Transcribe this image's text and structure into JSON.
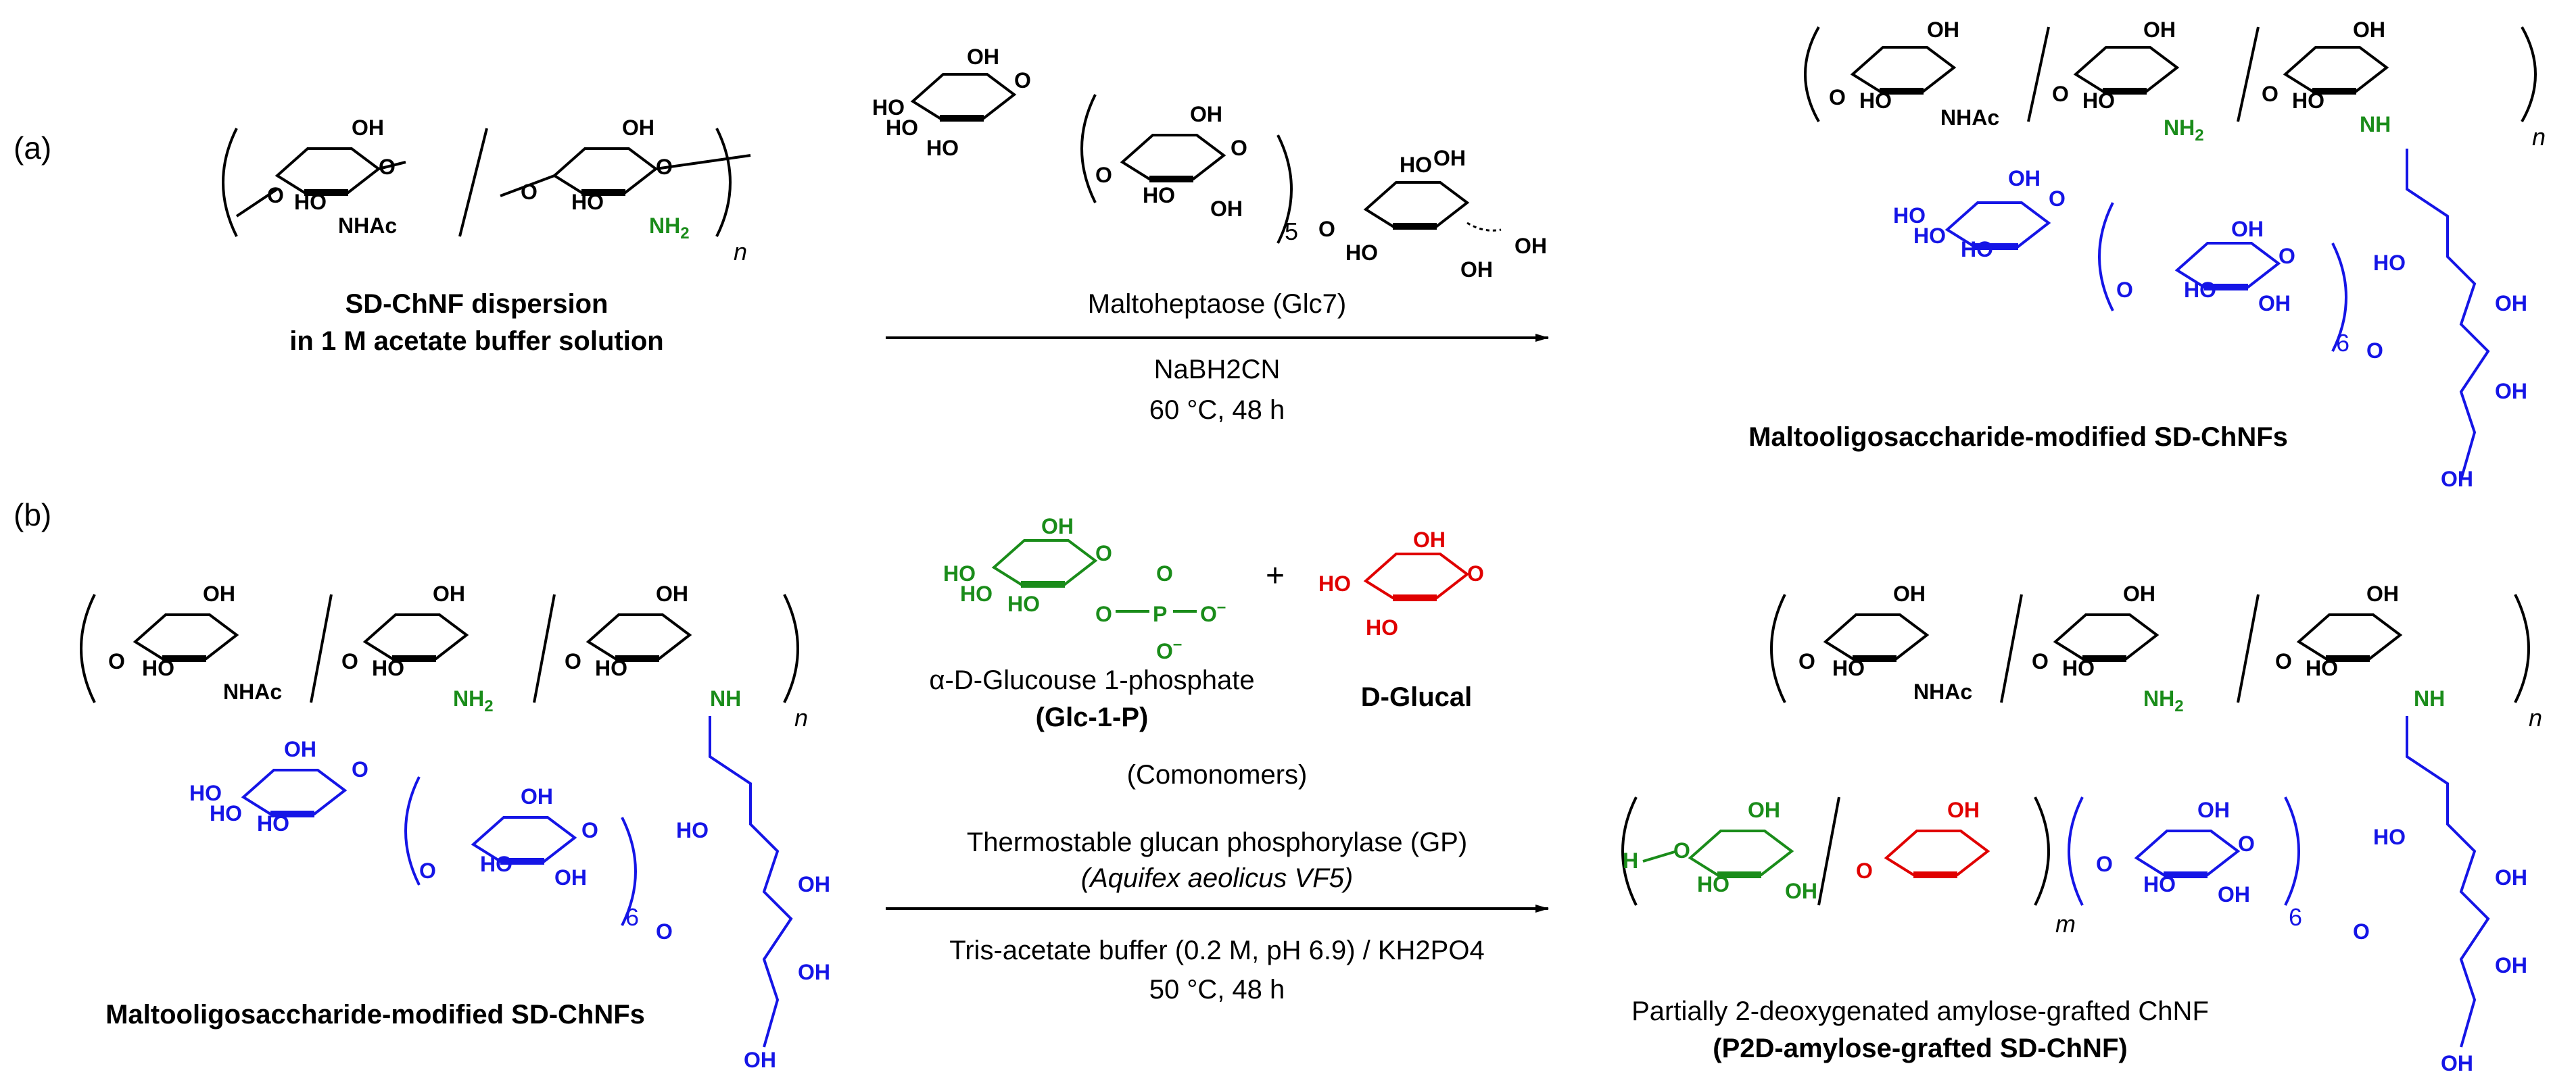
{
  "panels": {
    "a": "(a)",
    "b": "(b)"
  },
  "colors": {
    "black": "#000000",
    "green": "#1a8c1a",
    "red": "#e00000",
    "blue": "#1515e6"
  },
  "atoms": {
    "OH": "OH",
    "HO": "HO",
    "NHAc": "NHAc",
    "NH": "NH",
    "NH2": "NH2",
    "O": "O",
    "H": "H",
    "P": "P"
  },
  "repeat": {
    "n": "n",
    "m": "m",
    "five": "5",
    "six": "6"
  },
  "panel_a": {
    "start_label_1": "SD-ChNF dispersion",
    "start_label_2": "in 1 M acetate buffer solution",
    "reagent": "Maltoheptaose (Glc7)",
    "conditions_1": "NaBH2CN",
    "conditions_2": "60 °C, 48 h",
    "product_label": "Maltooligosaccharide-modified SD-ChNFs"
  },
  "panel_b": {
    "start_label": "Maltooligosaccharide-modified SD-ChNFs",
    "monomer1_name": "α-D-Glucouse  1-phosphate",
    "monomer1_abbr": "(Glc-1-P)",
    "monomer2_name": "D-Glucal",
    "plus": "+",
    "comonomers": "(Comonomers)",
    "enzyme": "Thermostable glucan phosphorylase (GP)",
    "organism": "(Aquifex aeolicus VF5)",
    "buffer": "Tris-acetate buffer (0.2 M, pH 6.9) / KH2PO4",
    "conditions": "50 °C, 48 h",
    "product_label_1": "Partially 2-deoxygenated amylose-grafted ChNF",
    "product_label_2": "(P2D-amylose-grafted SD-ChNF)"
  }
}
